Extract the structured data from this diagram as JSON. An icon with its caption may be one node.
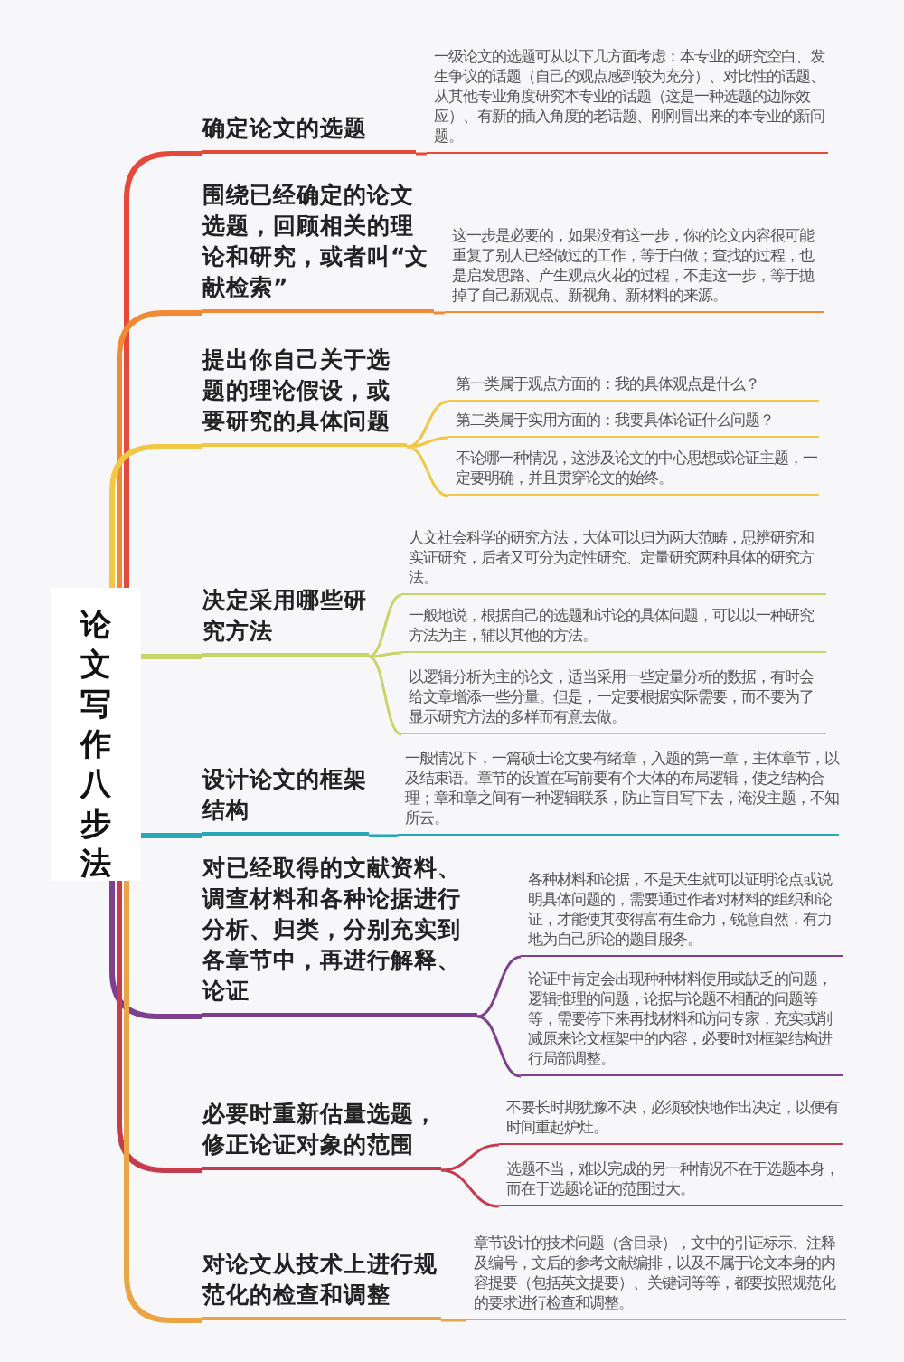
{
  "diagram": {
    "nodes": [
      {
        "text": [
          "论文写作八步法"
        ]
      },
      {
        "text": [
          "确定论文的选题"
        ]
      },
      {
        "text": [
          "一级论文的选题可从以下几方面考虑：本专业的研究空白、发生争议的话题（自己的观点感到较为充分）、对比性的话题、从其他专业角度研究本专业的话题（这是一种选题的边际效应）、有新的插入角度的老话题、刚刚冒出来的本专业的新问题。"
        ]
      },
      {
        "text": [
          "围绕已经确定的论文选题，回顾相关的理论和研究，或者叫“文献检索”"
        ]
      },
      {
        "text": [
          "这一步是必要的，如果没有这一步，你的论文内容很可能重复了别人已经做过的工作，等于白做；查找的过程，也是启发思路、产生观点火花的过程，不走这一步，等于抛掉了自己新观点、新视角、新材料的来源。"
        ]
      },
      {
        "text": [
          "提出你自己关于选题的理论假设，或要研究的具体问题"
        ]
      },
      {
        "text": [
          "第一类属于观点方面的：我的具体观点是什么？"
        ]
      },
      {
        "text": [
          "第二类属于实用方面的：我要具体论证什么问题？"
        ]
      },
      {
        "text": [
          "不论哪一种情况，这涉及论文的中心思想或论证主题，一定要明确，并且贯穿论文的始终。"
        ]
      },
      {
        "text": [
          "决定采用哪些研究方法"
        ]
      },
      {
        "text": [
          "人文社会科学的研究方法，大体可以归为两大范畴，思辨研究和实证研究，后者又可分为定性研究、定量研究两种具体的研究方法。"
        ]
      },
      {
        "text": [
          "一般地说，根据自己的选题和讨论的具体问题，可以以一种研究方法为主，辅以其他的方法。"
        ]
      },
      {
        "text": [
          "以逻辑分析为主的论文，适当采用一些定量分析的数据，有时会给文章增添一些分量。但是，一定要根据实际需要，而不要为了显示研究方法的多样而有意去做。"
        ]
      },
      {
        "text": [
          "设计论文的框架结构"
        ]
      },
      {
        "text": [
          "一般情况下，一篇硕士论文要有绪章，入题的第一章，主体章节，以及结束语。章节的设置在写前要有个大体的布局逻辑，使之结构合理；章和章之间有一种逻辑联系，防止盲目写下去，淹没主题，不知所云。"
        ]
      },
      {
        "text": [
          "对已经取得的文献资料、调查材料和各种论据进行分析、归类，分别充实到各章节中，再进行解释、论证"
        ]
      },
      {
        "text": [
          "各种材料和论据，不是天生就可以证明论点或说明具体问题的，需要通过作者对材料的组织和论证，才能使其变得富有生命力，锐意自然，有力地为自己所论的题目服务。"
        ]
      },
      {
        "text": [
          "论证中肯定会出现种种材料使用或缺乏的问题，逻辑推理的问题，论据与论题不相配的问题等等，需要停下来再找材料和访问专家，充实或削减原来论文框架中的内容，必要时对框架结构进行局部调整。"
        ]
      },
      {
        "text": [
          "必要时重新估量选题，修正论证对象的范围"
        ]
      },
      {
        "text": [
          "不要长时期犹豫不决，必须较快地作出决定，以便有时间重起炉灶。"
        ]
      },
      {
        "text": [
          "选题不当，难以完成的另一种情况不在于选题本身，而在于选题论证的范围过大。"
        ]
      },
      {
        "text": [
          "对论文从技术上进行规范化的检查和调整"
        ]
      },
      {
        "text": [
          "章节设计的技术问题（含目录），文中的引证标示、注释及编号，文后的参考文献编排，以及不属于论文本身的内容提要（包括英文提要）、关键词等等，都要按照规范化的要求进行检查和调整。"
        ]
      }
    ],
    "edges": [
      {
        "from": 0,
        "to": 1,
        "arrow": "none",
        "style": "thick",
        "color": "#e5493a"
      },
      {
        "from": 1,
        "to": 2,
        "arrow": "none",
        "color": "#e5493a"
      },
      {
        "from": 0,
        "to": 3,
        "arrow": "none",
        "style": "thick",
        "color": "#f08a35"
      },
      {
        "from": 3,
        "to": 4,
        "arrow": "none",
        "color": "#f08a35"
      },
      {
        "from": 0,
        "to": 5,
        "arrow": "none",
        "style": "thick",
        "color": "#f2c744"
      },
      {
        "from": 5,
        "to": 6,
        "arrow": "none",
        "color": "#f2c744"
      },
      {
        "from": 5,
        "to": 7,
        "arrow": "none",
        "color": "#f2c744"
      },
      {
        "from": 5,
        "to": 8,
        "arrow": "none",
        "color": "#f2c744"
      },
      {
        "from": 0,
        "to": 9,
        "arrow": "none",
        "style": "thick",
        "color": "#c8d46a"
      },
      {
        "from": 9,
        "to": 10,
        "arrow": "none",
        "color": "#c8d46a"
      },
      {
        "from": 9,
        "to": 11,
        "arrow": "none",
        "color": "#c8d46a"
      },
      {
        "from": 9,
        "to": 12,
        "arrow": "none",
        "color": "#c8d46a"
      },
      {
        "from": 0,
        "to": 13,
        "arrow": "none",
        "style": "thick",
        "color": "#2aa7b5"
      },
      {
        "from": 13,
        "to": 14,
        "arrow": "none",
        "color": "#2aa7b5"
      },
      {
        "from": 0,
        "to": 15,
        "arrow": "none",
        "style": "thick",
        "color": "#7e3f8f"
      },
      {
        "from": 15,
        "to": 16,
        "arrow": "none",
        "color": "#7e3f8f"
      },
      {
        "from": 15,
        "to": 17,
        "arrow": "none",
        "color": "#7e3f8f"
      },
      {
        "from": 0,
        "to": 18,
        "arrow": "none",
        "style": "thick",
        "color": "#c73b4f"
      },
      {
        "from": 18,
        "to": 19,
        "arrow": "none",
        "color": "#c73b4f"
      },
      {
        "from": 18,
        "to": 20,
        "arrow": "none",
        "color": "#c73b4f"
      },
      {
        "from": 0,
        "to": 21,
        "arrow": "none",
        "style": "thick",
        "color": "#e8a445"
      },
      {
        "from": 21,
        "to": 22,
        "arrow": "none",
        "color": "#e8a445"
      }
    ]
  }
}
